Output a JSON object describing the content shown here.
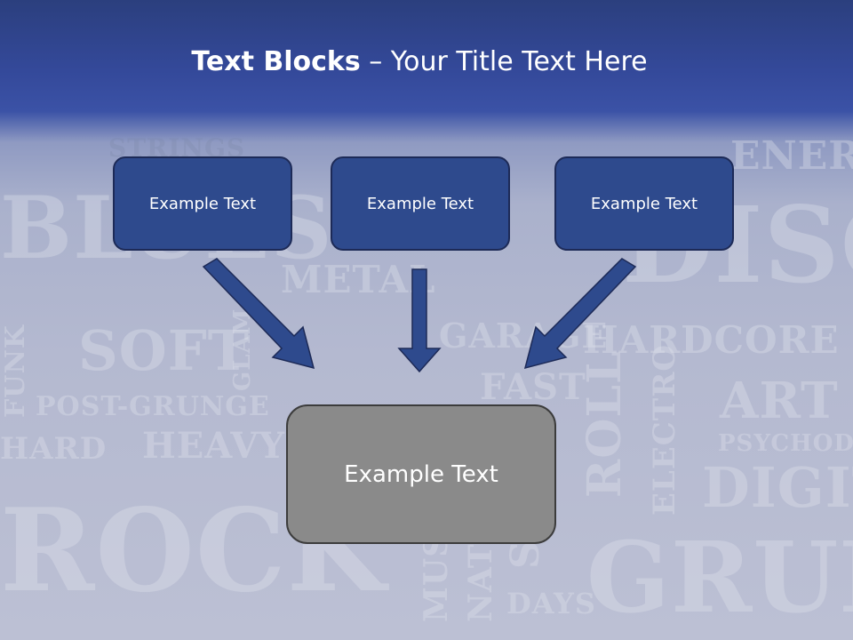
{
  "title": {
    "bold": "Text Blocks",
    "rest": " – Your Title Text Here"
  },
  "boxes": {
    "left": "Example Text",
    "center": "Example Text",
    "right": "Example Text",
    "bottom": "Example Text"
  },
  "background_words": [
    "BLUES",
    "SOFT",
    "POST-GRUNGE",
    "HARD",
    "HEAVY",
    "ROCK",
    "METAL",
    "GARAGE",
    "FAST",
    "HARDCORE",
    "ART",
    "PSYCHODELIC",
    "DIGITAL",
    "DISCO",
    "ENERGY",
    "STRINGS",
    "ROLL",
    "ELECTRO",
    "SOUL",
    "MUSIC",
    "NATIVE",
    "DAYS",
    "GRUNGE",
    "FUNK",
    "GLAM"
  ],
  "colors": {
    "header_blue": "#34499a",
    "box_fill": "#2e4a8d",
    "box_border": "#1d2a57",
    "bottom_box_fill": "#8a8a8a",
    "arrow_fill": "#2e4a8d"
  }
}
